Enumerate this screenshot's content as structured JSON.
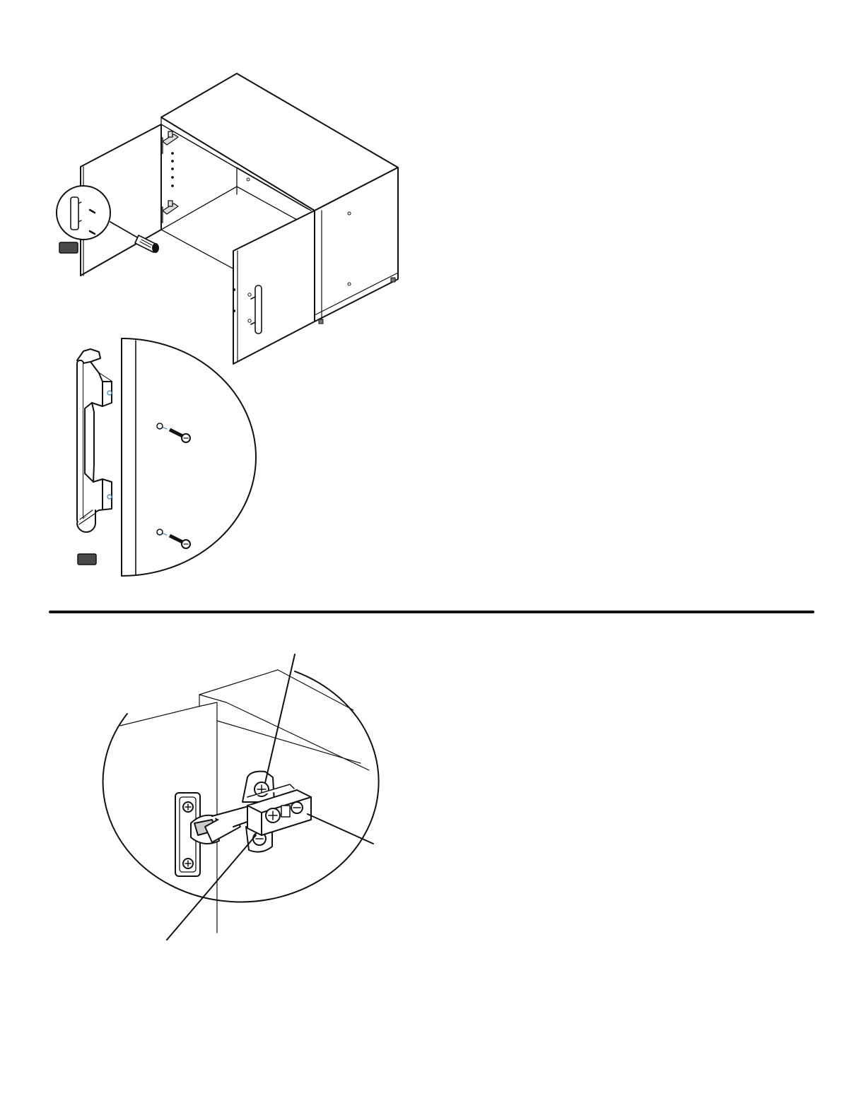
{
  "page": {
    "background": "#ffffff",
    "ink_color": "#111111",
    "tag_fill": "#4a4a4a",
    "screw_hole_accent": "#2a7fd4"
  },
  "illustrations": [
    "cabinet-handle-installation",
    "handle-screw-detail",
    "hinge-adjustment-detail"
  ]
}
